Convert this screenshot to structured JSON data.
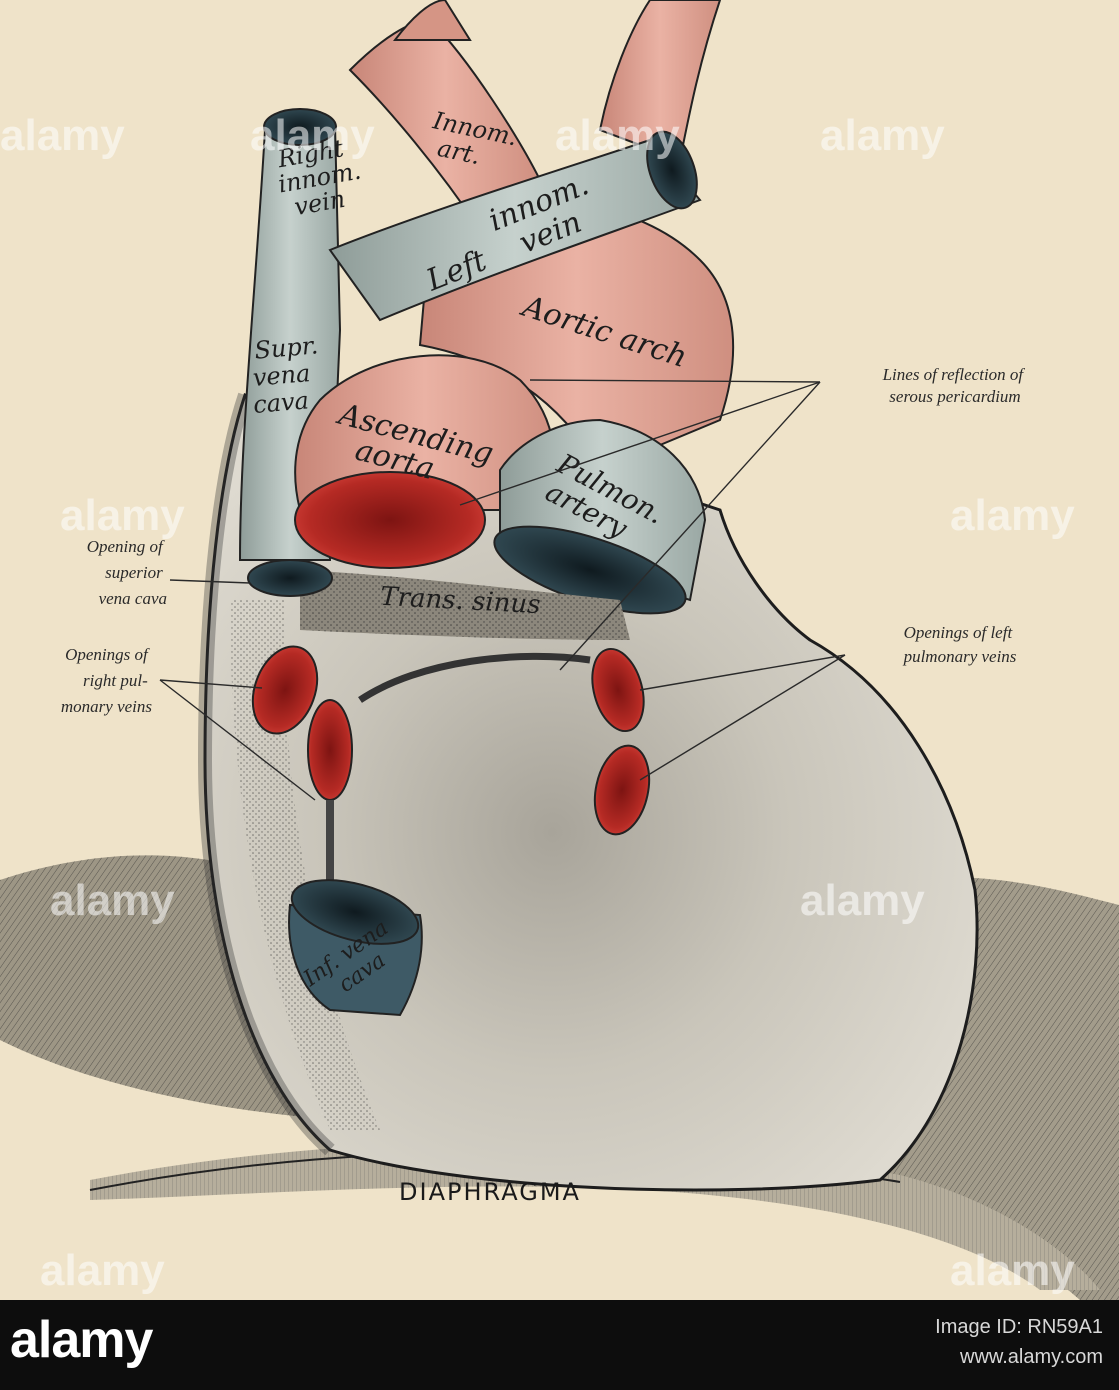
{
  "labels": {
    "innom_art": [
      "Innom.",
      "art."
    ],
    "right_innom_vein": [
      "Right",
      "innom.",
      "vein"
    ],
    "left_innom_vein": [
      "Left",
      "innom.",
      "vein"
    ],
    "aortic_arch": "Aortic arch",
    "supr_vena_cava": [
      "Supr.",
      "vena",
      "cava"
    ],
    "ascending_aorta": [
      "Ascending",
      "aorta"
    ],
    "pulmon_artery": [
      "Pulmon.",
      "artery"
    ],
    "trans_sinus": "Trans. sinus",
    "inf_vena_cava": [
      "Inf. vena",
      "cava"
    ],
    "lines_of_reflection": [
      "Lines of reflection of",
      "serous pericardium"
    ],
    "opening_svc": [
      "Opening of",
      "superior",
      "vena cava"
    ],
    "openings_right_pul": [
      "Openings of",
      "right pul-",
      "monary veins"
    ],
    "openings_left_pul": [
      "Openings of left",
      "pulmonary veins"
    ],
    "diaphragma": "DIAPHRAGMA"
  },
  "watermark": {
    "text": "alamy"
  },
  "footer": {
    "logo": "alamy",
    "image_id": "Image ID: RN59A1",
    "site": "www.alamy.com"
  },
  "colors": {
    "paper": "#efe3c9",
    "artery": "#e3a394",
    "vein": "#b9c6c2",
    "opening_red": "#b8231f",
    "opening_dark": "#2d3e46",
    "pericardium": "#d9d4c8",
    "ink": "#1d1d1d"
  }
}
